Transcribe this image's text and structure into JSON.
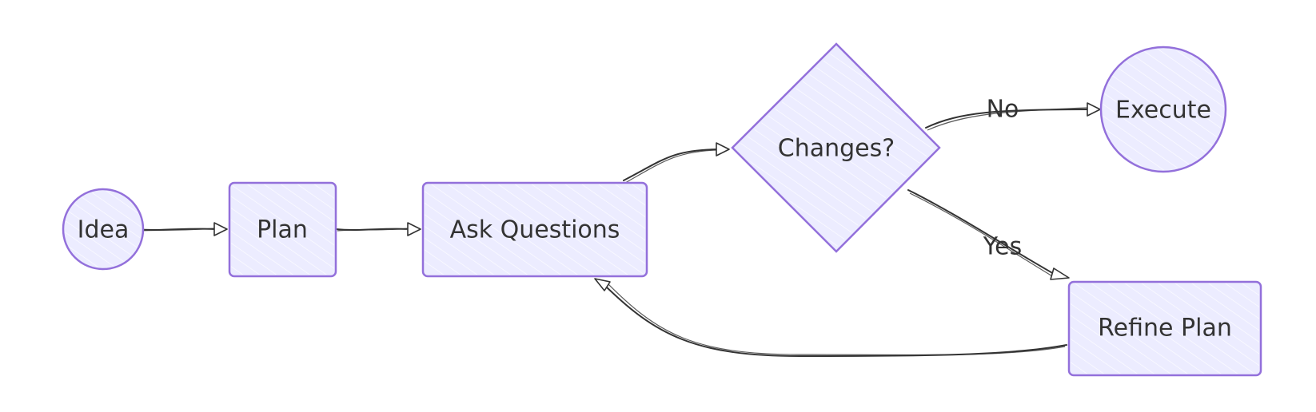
{
  "nodes": {
    "idea": "Idea",
    "plan": "Plan",
    "ask": "Ask Questions",
    "changes": "Changes?",
    "execute": "Execute",
    "refine": "Refine Plan"
  },
  "edges": {
    "no_label": "No",
    "yes_label": "Yes"
  },
  "colors": {
    "node_fill": "#ececff",
    "node_stroke": "#9370db",
    "edge": "#333333"
  }
}
